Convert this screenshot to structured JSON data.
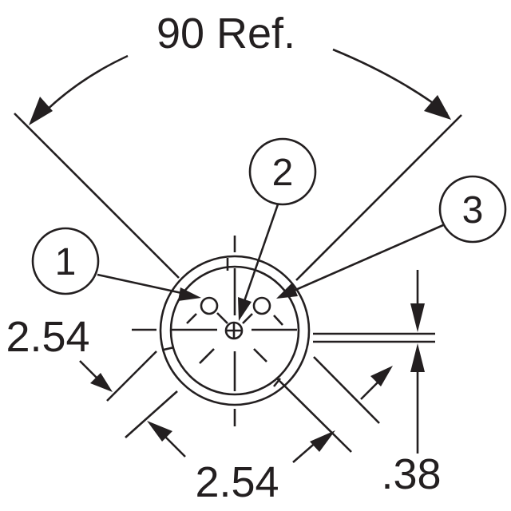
{
  "dimensions": {
    "angle": "90 Ref.",
    "pitch_vertical": "2.54",
    "pitch_horizontal": "2.54",
    "offset": ".38"
  },
  "callouts": [
    "1",
    "2",
    "3"
  ]
}
